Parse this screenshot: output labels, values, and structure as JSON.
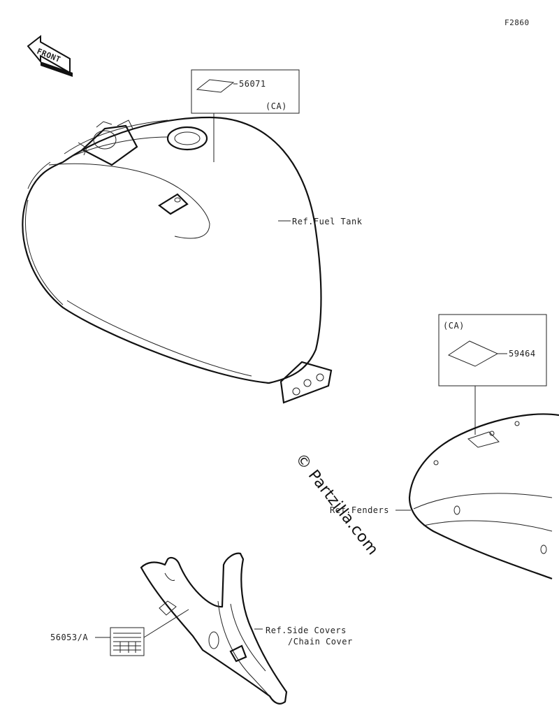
{
  "figure_code": "F2860",
  "front_arrow": {
    "label": "FRONT"
  },
  "callouts": {
    "tank_label": {
      "part": "56071",
      "note": "(CA)"
    },
    "fender_label": {
      "part": "59464",
      "note": "(CA)"
    },
    "side_label": {
      "part": "56053/A"
    }
  },
  "references": {
    "fuel_tank": "Ref.Fuel Tank",
    "fenders": "Ref.Fenders",
    "side_covers_1": "Ref.Side Covers",
    "side_covers_2": "/Chain Cover"
  },
  "watermark": "© Partzilla.com"
}
